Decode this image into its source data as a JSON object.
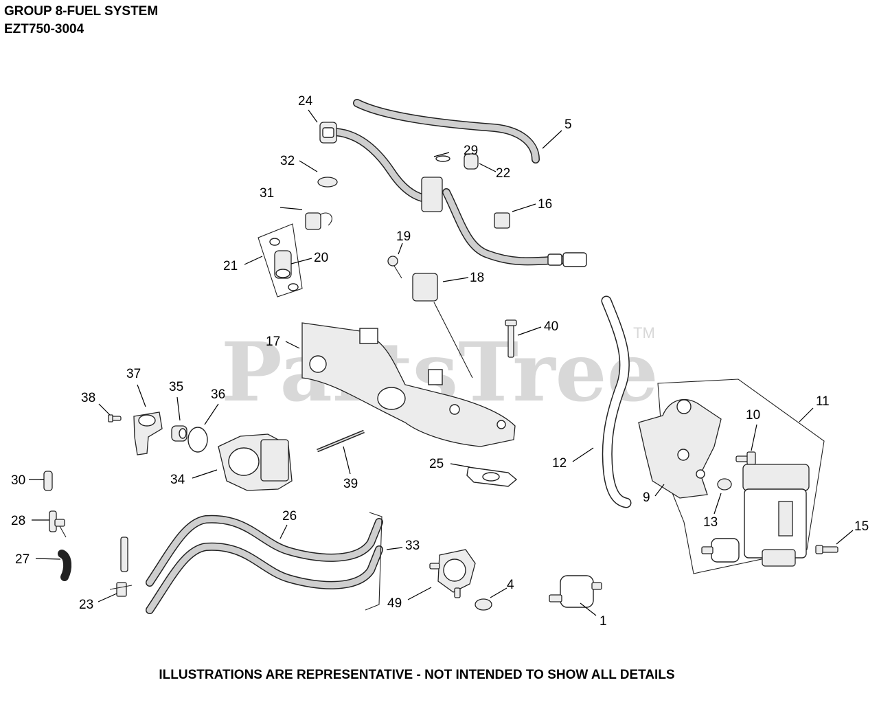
{
  "header": {
    "title": "GROUP 8-FUEL SYSTEM",
    "model": "EZT750-3004"
  },
  "watermark": {
    "text": "PartsTree",
    "trademark": "TM"
  },
  "footer": "ILLUSTRATIONS ARE REPRESENTATIVE - NOT INTENDED TO SHOW ALL DETAILS",
  "callouts": [
    "1",
    "4",
    "5",
    "9",
    "10",
    "11",
    "12",
    "13",
    "15",
    "16",
    "17",
    "18",
    "19",
    "20",
    "21",
    "22",
    "23",
    "24",
    "25",
    "26",
    "27",
    "28",
    "29",
    "30",
    "31",
    "32",
    "33",
    "34",
    "35",
    "36",
    "37",
    "38",
    "39",
    "40",
    "49"
  ]
}
